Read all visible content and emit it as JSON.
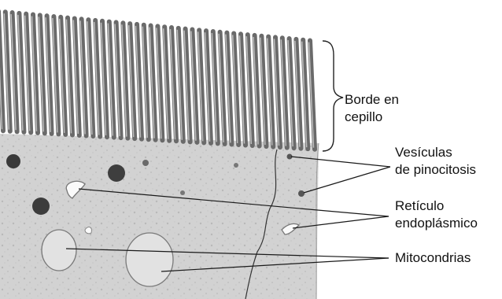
{
  "figure": {
    "labels": {
      "brush_border": {
        "line1": "Borde en",
        "line2": "cepillo"
      },
      "pinocytosis_vesicles": {
        "line1": "Vesículas",
        "line2": "de pinocitosis"
      },
      "endoplasmic_reticulum": {
        "line1": "Retículo",
        "line2": "endoplásmico"
      },
      "mitochondria": {
        "line1": "Mitocondrias"
      }
    },
    "colors": {
      "microvilli": "#6a6a6a",
      "cytoplasm": "#cfcfcf",
      "lines": "#1a1a1a",
      "text": "#111111"
    }
  }
}
